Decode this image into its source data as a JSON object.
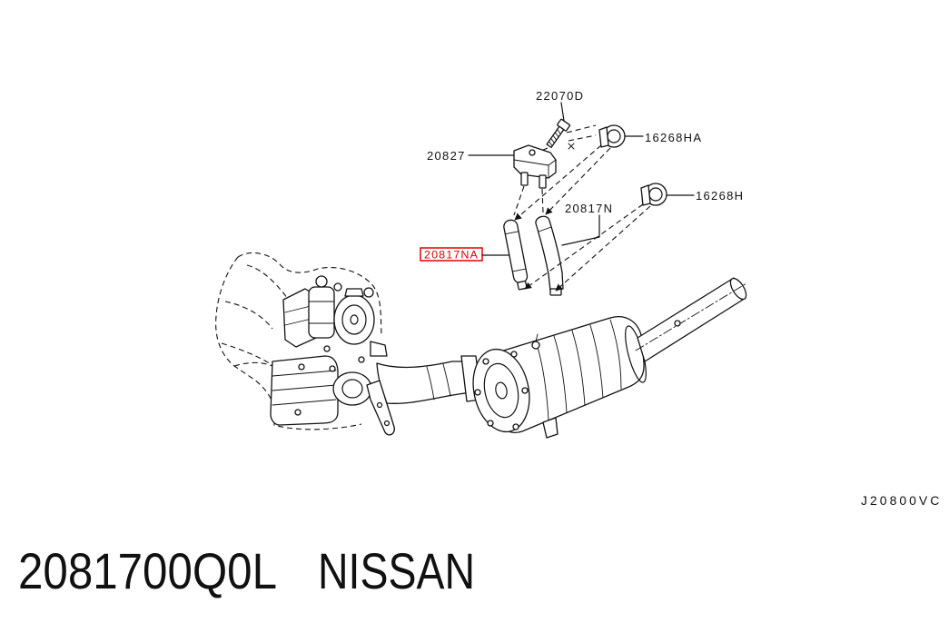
{
  "diagram": {
    "labels": {
      "bolt": "22070D",
      "bracket": "20827",
      "clamp_upper": "16268HA",
      "clamp_lower": "16268H",
      "hose_right": "20817N",
      "hose_highlighted": "20817NA"
    },
    "figure_code": "J20800VC",
    "highlight_color": "#e00000"
  },
  "caption": {
    "part_number": "2081700Q0L",
    "brand": "NISSAN"
  }
}
